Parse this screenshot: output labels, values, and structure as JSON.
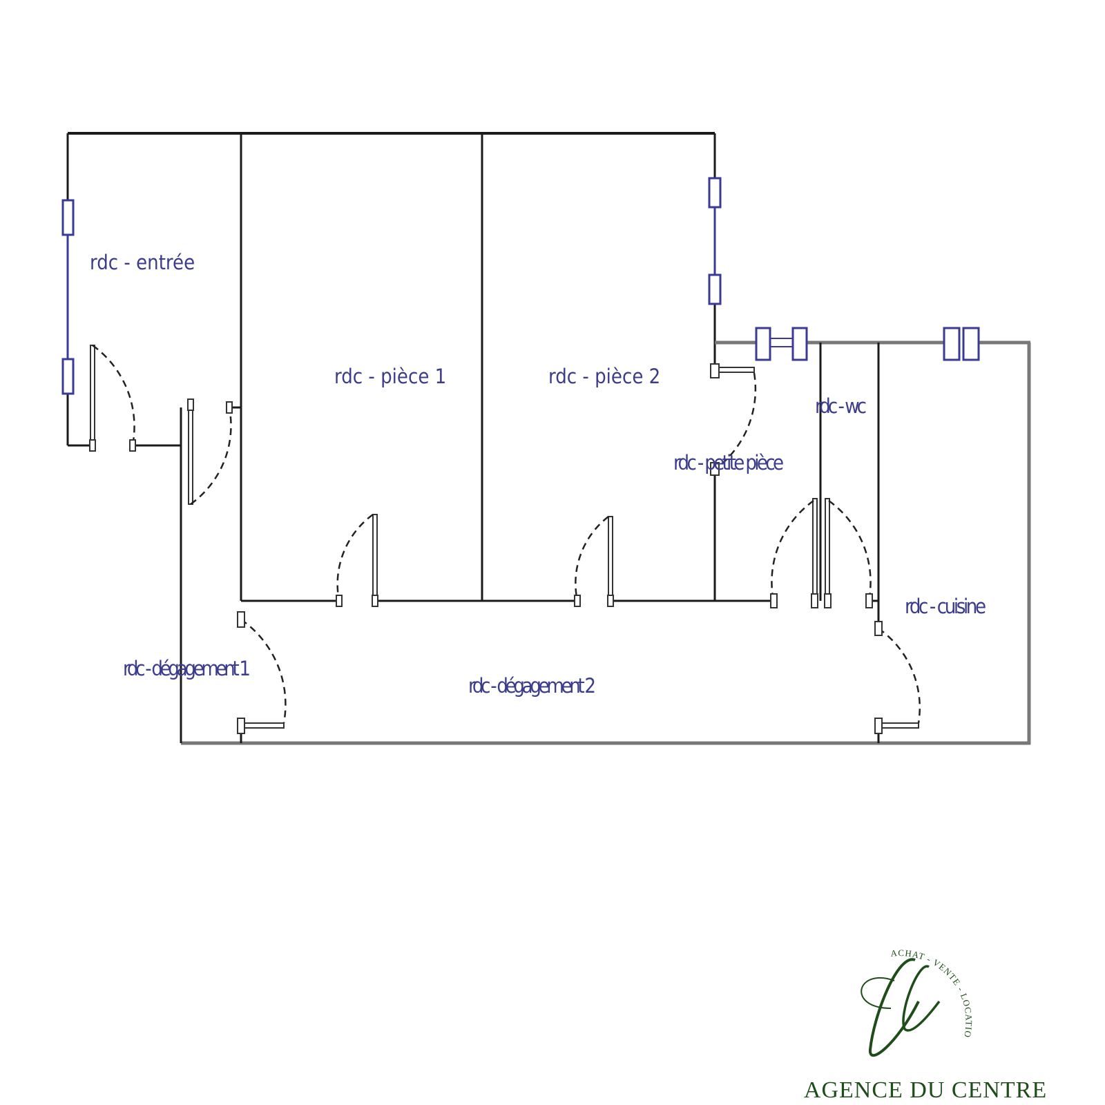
{
  "plan": {
    "rooms": [
      {
        "id": "entree",
        "label": "rdc - entrée"
      },
      {
        "id": "piece1",
        "label": "rdc - pièce 1"
      },
      {
        "id": "piece2",
        "label": "rdc - pièce 2"
      },
      {
        "id": "petite",
        "label": "rdc - petite pièce"
      },
      {
        "id": "wc",
        "label": "rdc - wc"
      },
      {
        "id": "cuisine",
        "label": "rdc - cuisine"
      },
      {
        "id": "degagement1",
        "label": "rdc - dégagement 1"
      },
      {
        "id": "degagement2",
        "label": "rdc - dégagement 2"
      }
    ]
  },
  "logo": {
    "monogram": "Al",
    "ring_text": "ACHAT - VENTE - LOCATION - GESTION",
    "name": "AGENCE DU CENTRE",
    "color": "#1f4d1a"
  }
}
